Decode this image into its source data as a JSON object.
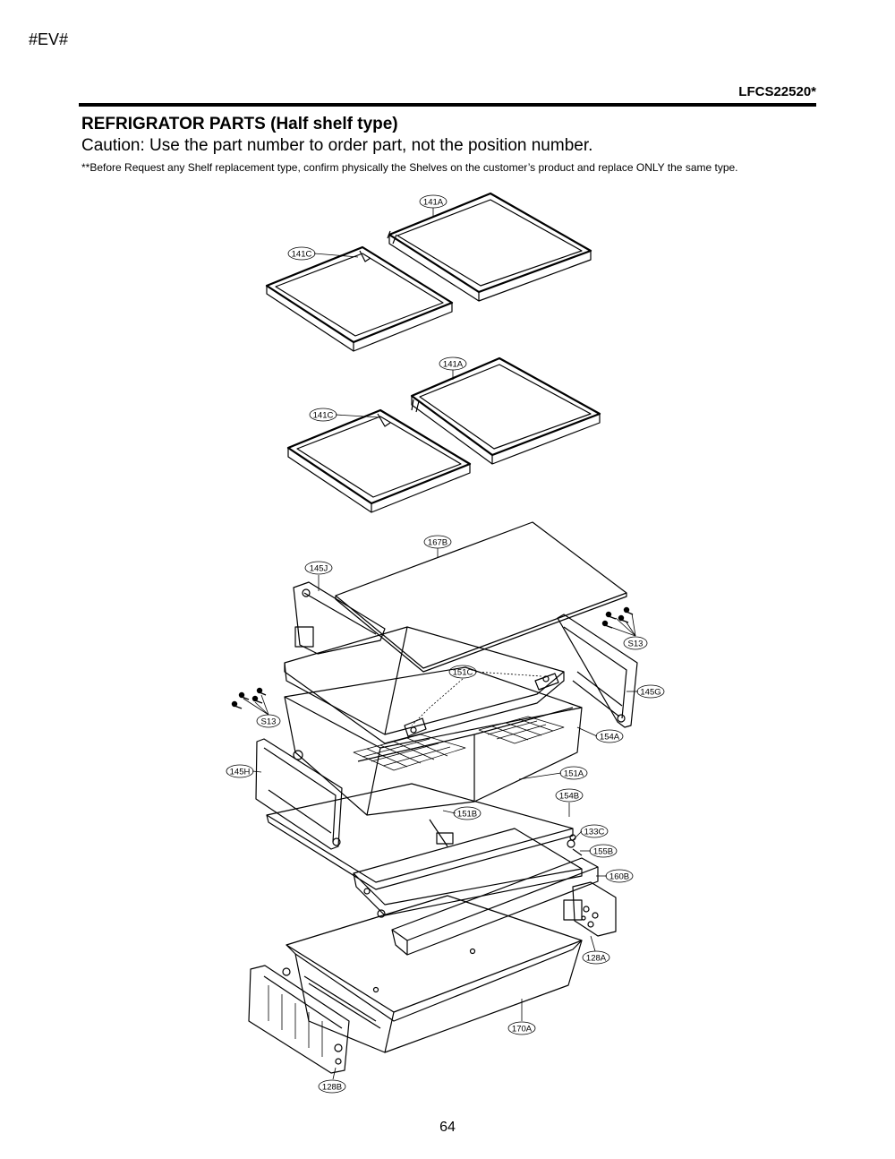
{
  "header": {
    "doc_id": "#EV#",
    "model": "LFCS22520*"
  },
  "title": "REFRIGRATOR PARTS (Half shelf type)",
  "caution": "Caution: Use the part number to order part, not the position number.",
  "note": "**Before Request any Shelf replacement type, confirm physically the Shelves on the customer’s product and replace ONLY the same type.",
  "labels": {
    "l141A_1": "141A",
    "l141C_1": "141C",
    "l141A_2": "141A",
    "l141C_2": "141C",
    "l167B": "167B",
    "l145J": "145J",
    "lS13_r": "S13",
    "l151C": "151C",
    "l145G": "145G",
    "lS13_l": "S13",
    "l154A": "154A",
    "l145H": "145H",
    "l151A": "151A",
    "l154B": "154B",
    "l151B": "151B",
    "l133C": "133C",
    "l155B": "155B",
    "l160B": "160B",
    "l128A": "128A",
    "l170A": "170A",
    "l128B": "128B"
  },
  "page_number": "64"
}
